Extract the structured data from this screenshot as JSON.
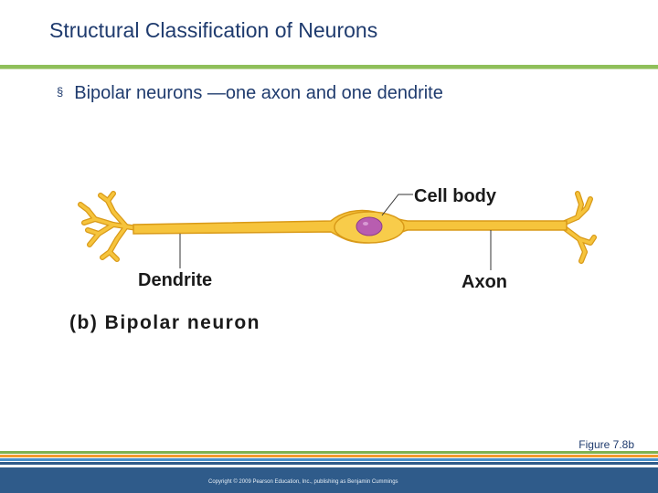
{
  "slide": {
    "title": "Structural Classification of Neurons",
    "bullet_marker": "§",
    "bullet_text": "Bipolar neurons —one axon and one dendrite"
  },
  "diagram": {
    "labels": {
      "cell_body": "Cell body",
      "dendrite": "Dendrite",
      "axon": "Axon",
      "caption": "(b) Bipolar neuron"
    },
    "colors": {
      "neuron_fill": "#f6c43c",
      "neuron_edge": "#d99a18",
      "nucleus": "#b85db0"
    }
  },
  "footer": {
    "figure_ref": "Figure 7.8b",
    "copyright": "Copyright © 2009 Pearson Education, Inc., publishing as Benjamin Cummings",
    "stripe_colors": [
      "#7fb24f",
      "#f39a2e",
      "#4a90c9",
      "#2f5b8a"
    ]
  }
}
